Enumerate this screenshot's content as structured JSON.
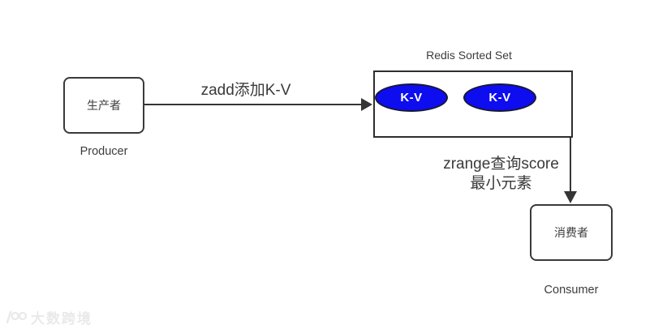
{
  "diagram": {
    "nodes": {
      "producer": {
        "label": "生产者",
        "caption": "Producer"
      },
      "redis": {
        "title": "Redis Sorted Set",
        "ellipses": [
          {
            "label": "K-V"
          },
          {
            "label": "K-V"
          }
        ]
      },
      "consumer": {
        "label": "消费者",
        "caption": "Consumer"
      }
    },
    "edges": {
      "zadd": {
        "label": "zadd添加K-V"
      },
      "zrange": {
        "label_line1": "zrange查询score",
        "label_line2": "最小元素"
      }
    },
    "watermark": {
      "text": "大数跨境"
    },
    "colors": {
      "background": "#ffffff",
      "node_border": "#3a3a3a",
      "edge": "#353535",
      "text": "#3c3c3c",
      "ellipse_fill": "#0d0df0",
      "ellipse_border": "#181836",
      "ellipse_text": "#ffffff",
      "watermark": "#e9e9e9"
    }
  }
}
